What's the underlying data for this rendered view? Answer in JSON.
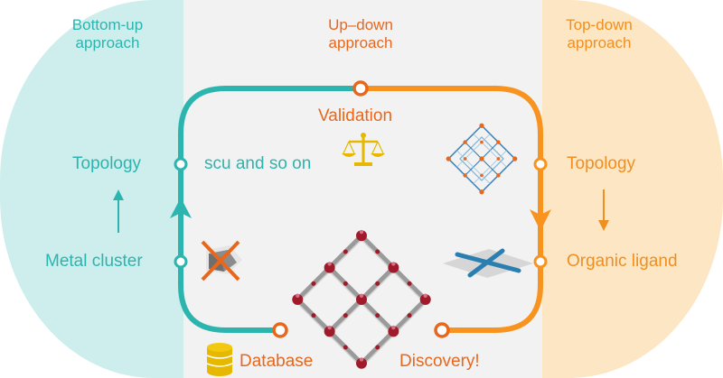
{
  "colors": {
    "teal": "#2bb5ae",
    "teal_bg": "#cdeeed",
    "middle_bg": "#f2f2f2",
    "orange": "#f7931e",
    "orange_dark": "#e8671c",
    "orange_bg": "#fde6c4",
    "gold": "#e6b800",
    "framework_red": "#a01a2a",
    "framework_blue": "#3a7fb8"
  },
  "bottom_up": {
    "title_line1": "Bottom-up",
    "title_line2": "approach",
    "topology": "Topology",
    "metal_cluster": "Metal cluster"
  },
  "up_down": {
    "title_line1": "Up–down",
    "title_line2": "approach",
    "validation": "Validation",
    "scu": "scu and so on",
    "database": "Database",
    "discovery": "Discovery!"
  },
  "top_down": {
    "title_line1": "Top-down",
    "title_line2": "approach",
    "topology": "Topology",
    "organic_ligand": "Organic ligand"
  },
  "icons": [
    "scale-icon",
    "database-icon",
    "crossed-cluster-icon",
    "ligand-cross-icon",
    "small-framework-icon",
    "large-framework-icon"
  ]
}
